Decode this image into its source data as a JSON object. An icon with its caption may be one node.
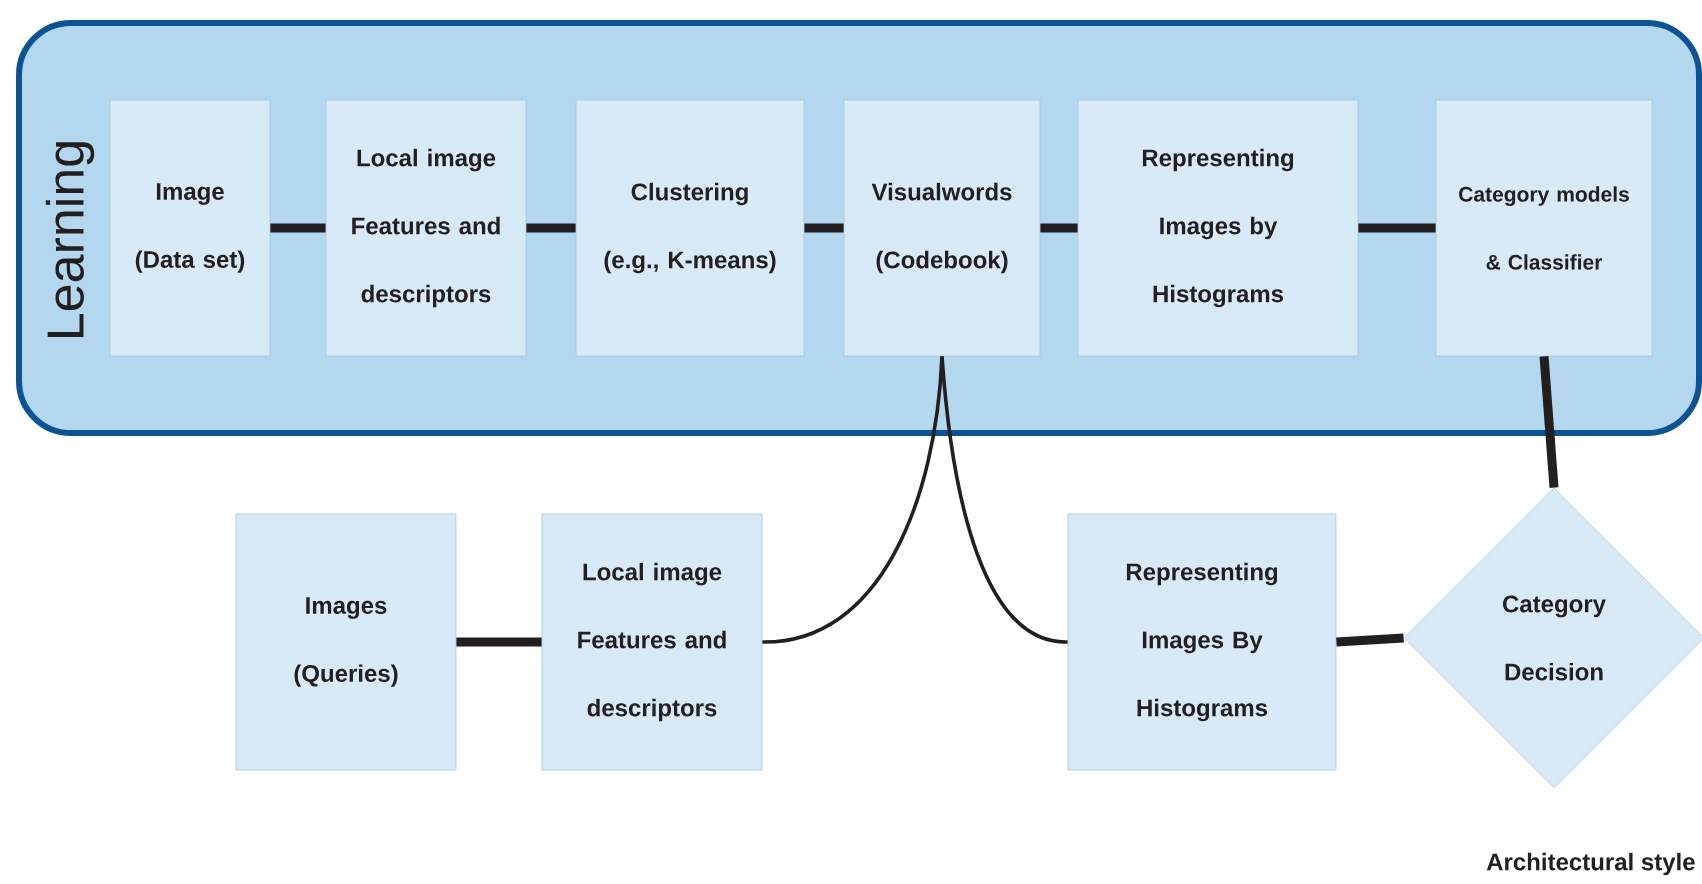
{
  "diagram": {
    "nodes": [
      {
        "text": [
          "Learning"
        ]
      },
      {
        "text": [
          "Image (Data set)"
        ],
        "in": 0
      },
      {
        "text": [
          "Local image Features and descriptors"
        ],
        "in": 0
      },
      {
        "text": [
          "Clustering (e.g., K-means)"
        ],
        "in": 0
      },
      {
        "text": [
          "Visualwords (Codebook)"
        ],
        "in": 0
      },
      {
        "text": [
          "Representing Images by Histograms"
        ],
        "in": 0
      },
      {
        "text": [
          "Category models & Classifier"
        ],
        "in": 0
      },
      {
        "text": [
          "Images (Queries)"
        ]
      },
      {
        "text": [
          "Local image Features and descriptors"
        ]
      },
      {
        "text": [
          "Representing Images By Histograms"
        ]
      },
      {
        "text": [
          "Category Decision"
        ]
      }
    ],
    "edges": [
      {
        "from": 1,
        "to": 2,
        "arrow": "none"
      },
      {
        "from": 2,
        "to": 3,
        "arrow": "none"
      },
      {
        "from": 3,
        "to": 4,
        "arrow": "none"
      },
      {
        "from": 4,
        "to": 5,
        "arrow": "none"
      },
      {
        "from": 5,
        "to": 6,
        "arrow": "none"
      },
      {
        "from": 7,
        "to": 8,
        "arrow": "none"
      },
      {
        "from": 8,
        "to": 4,
        "arrow": "none"
      },
      {
        "from": 4,
        "to": 9,
        "arrow": "none"
      },
      {
        "from": 9,
        "to": 10,
        "arrow": "none"
      },
      {
        "from": 6,
        "to": 10,
        "arrow": "none"
      }
    ],
    "labels": [
      "Architectural style"
    ]
  }
}
